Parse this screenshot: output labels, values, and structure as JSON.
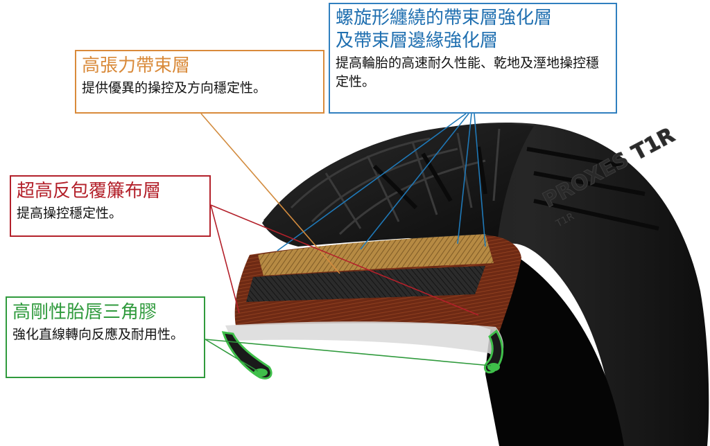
{
  "colors": {
    "tire_rubber": "#151515",
    "tread_highlight": "#3a3a3a",
    "belt_gold": "#b68a43",
    "ply_red": "#6e2a14",
    "bead_green": "#3fbf4a",
    "spiral_blue": "#1f79b8",
    "tension_orange": "#d28b3e",
    "ply_red_accent": "#b3202a",
    "bead_green_accent": "#2f9a3c"
  },
  "callouts": {
    "spiral_belt": {
      "title_line1": "螺旋形纏繞的帶束層強化層",
      "title_line2": "及帶束層邊緣強化層",
      "description": "提高輪胎的高速耐久性能、乾地及溼地操控穩定性。",
      "color": "#1f6fb0"
    },
    "high_tension_belt": {
      "title": "高張力帶束層",
      "description": "提供優異的操控及方向穩定性。",
      "color": "#d98a3a"
    },
    "high_turnup_ply": {
      "title": "超高反包覆簾布層",
      "description": "提高操控穩定性。",
      "color": "#b3202a"
    },
    "bead_apex": {
      "title": "高剛性胎唇三角膠",
      "description": "強化直線轉向反應及耐用性。",
      "color": "#2f9a3c"
    }
  },
  "sidewall": {
    "brand_text": "PROXES T1R",
    "sub_text": "T1R"
  },
  "icons": {
    "tire": "tire-cutaway-illustration"
  }
}
